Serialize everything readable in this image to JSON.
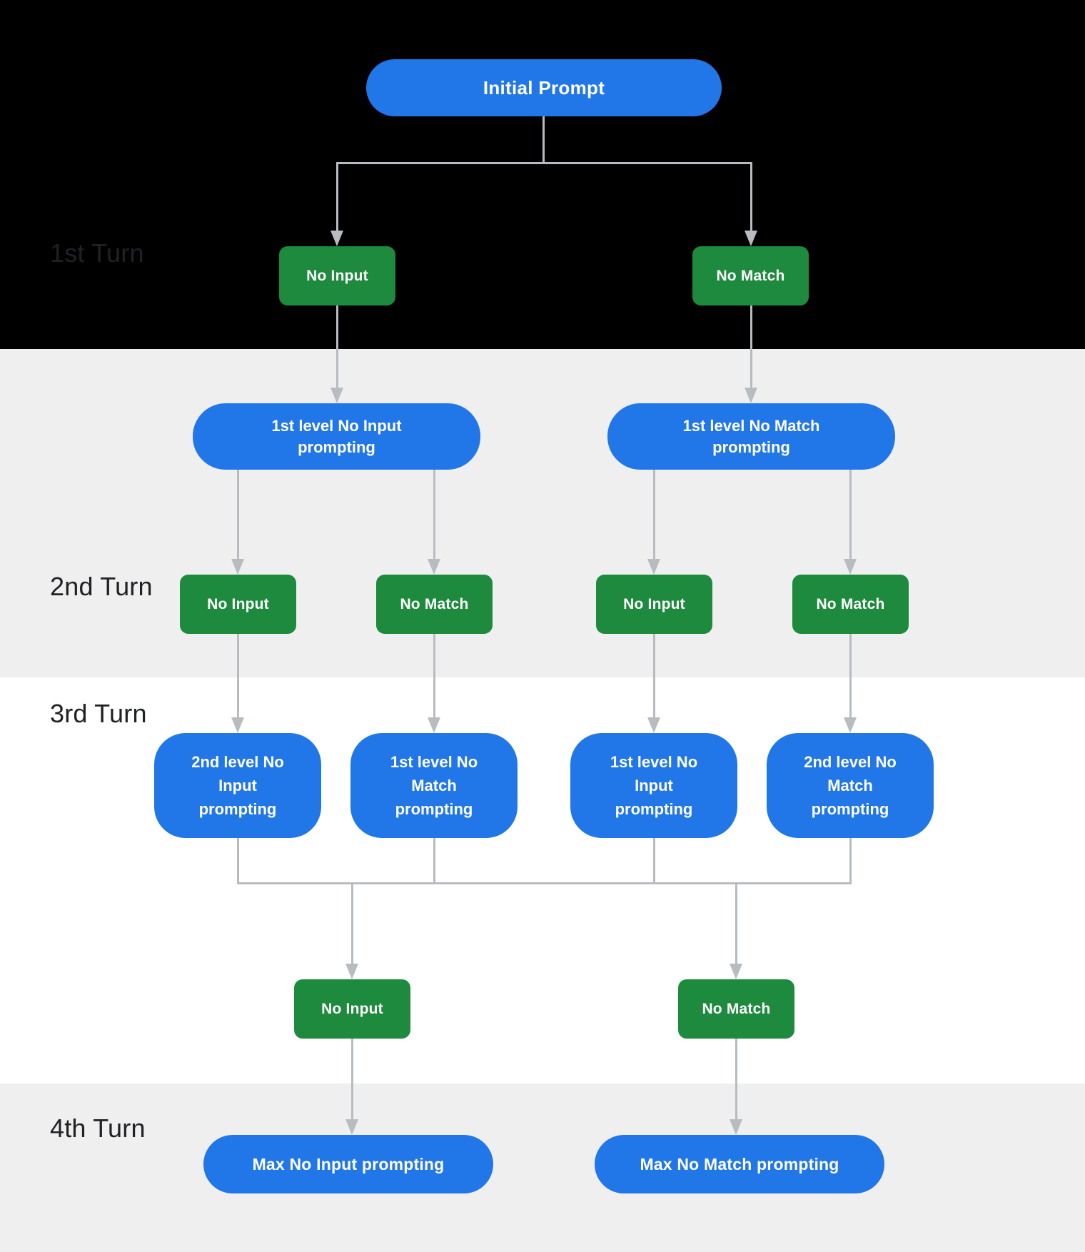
{
  "diagram": {
    "turn_labels": [
      "1st Turn",
      "2nd Turn",
      "3rd Turn",
      "4th Turn"
    ],
    "root": "Initial Prompt",
    "turn1": {
      "left": "No Input",
      "right": "No Match"
    },
    "level1_prompting": {
      "left": "1st level No Input prompting",
      "right": "1st level No Match prompting"
    },
    "turn2": [
      "No Input",
      "No Match",
      "No Input",
      "No Match"
    ],
    "level2_prompting": [
      "2nd level No Input prompting",
      "1st level No Match prompting",
      "1st level No Input prompting",
      "2nd level No Match prompting"
    ],
    "turn3": {
      "left": "No Input",
      "right": "No Match"
    },
    "turn4": {
      "left": "Max No Input prompting",
      "right": "Max No Match prompting"
    },
    "colors": {
      "node_blue": "#2176e8",
      "node_green": "#1e8a3d",
      "connector": "#b8bcc1",
      "band_black": "#000000",
      "band_gray": "#efeff0",
      "band_white": "#ffffff",
      "label_text": "#202124",
      "node_text": "#ffffff"
    }
  }
}
